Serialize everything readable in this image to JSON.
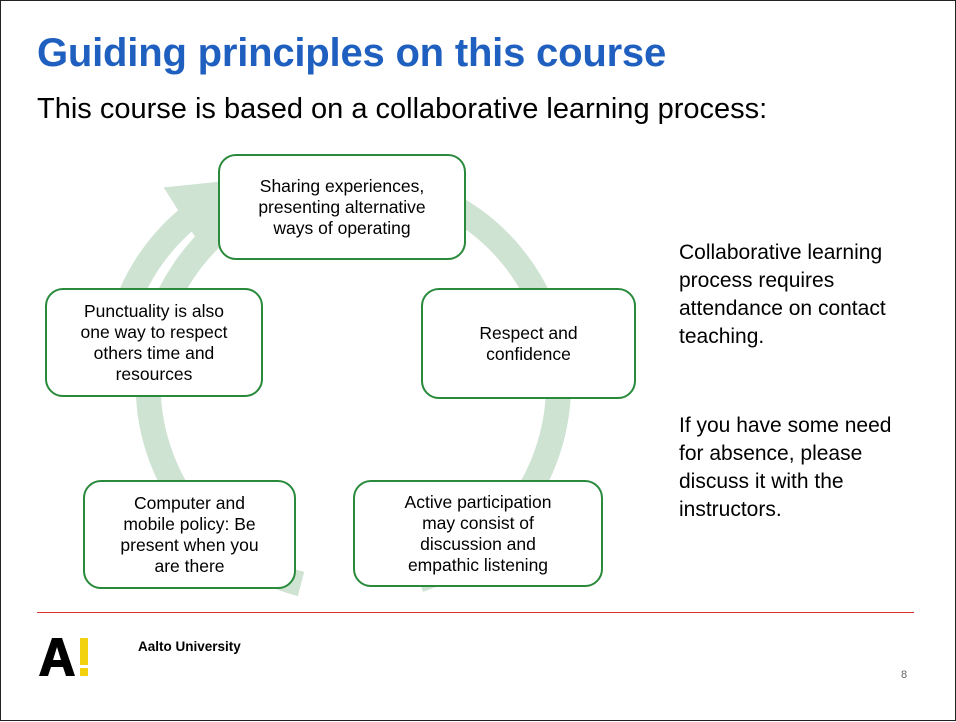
{
  "slide": {
    "title": "Guiding principles on this course",
    "subtitle": "This course is based on a collaborative learning process:",
    "cycle": {
      "arrow_color": "#cfe3d3",
      "border_color": "#2a8a3c",
      "steps": [
        {
          "label": "Sharing experiences,\npresenting alternative\nways of operating"
        },
        {
          "label": "Respect and\nconfidence"
        },
        {
          "label": "Active participation\nmay consist of\ndiscussion and\nempathic listening"
        },
        {
          "label": "Computer and\nmobile policy: Be\npresent when you\nare there"
        },
        {
          "label": "Punctuality is also\none way to respect\nothers time and\nresources"
        }
      ]
    },
    "side_notes": [
      "Collaborative learning\nprocess requires\nattendance on contact\nteaching.",
      "If you have some need\nfor absence, please\ndiscuss it with the\ninstructors."
    ],
    "footer": {
      "logo_text": "Aalto University",
      "page_number": "8",
      "rule_color": "#d9342b",
      "title_color": "#1f5fbf"
    }
  }
}
